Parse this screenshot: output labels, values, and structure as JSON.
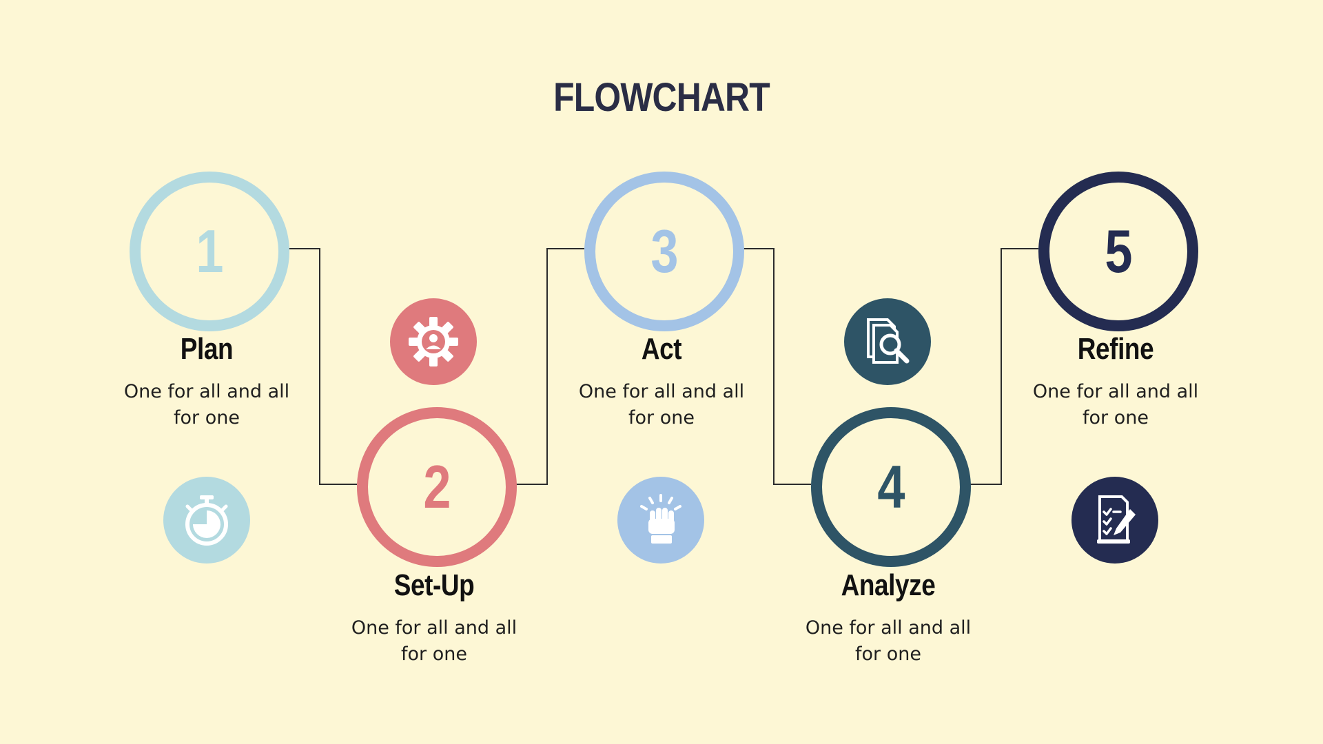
{
  "title": "FLOWCHART",
  "steps": [
    {
      "number": "1",
      "title": "Plan",
      "description": "One for all and all for one",
      "color": "#b3dae0",
      "icon": "stopwatch-icon"
    },
    {
      "number": "2",
      "title": "Set-Up",
      "description": "One for all and all for one",
      "color": "#df7a7d",
      "icon": "gear-person-icon"
    },
    {
      "number": "3",
      "title": "Act",
      "description": "One for all and all for one",
      "color": "#a3c3e6",
      "icon": "raised-fist-icon"
    },
    {
      "number": "4",
      "title": "Analyze",
      "description": "One for all and all for one",
      "color": "#2e5466",
      "icon": "document-search-icon"
    },
    {
      "number": "5",
      "title": "Refine",
      "description": "One for all and all for one",
      "color": "#242c51",
      "icon": "checklist-pen-icon"
    }
  ],
  "colors": {
    "background": "#fdf7d5",
    "title": "#2a2d45",
    "connector": "#2b2b2b"
  }
}
